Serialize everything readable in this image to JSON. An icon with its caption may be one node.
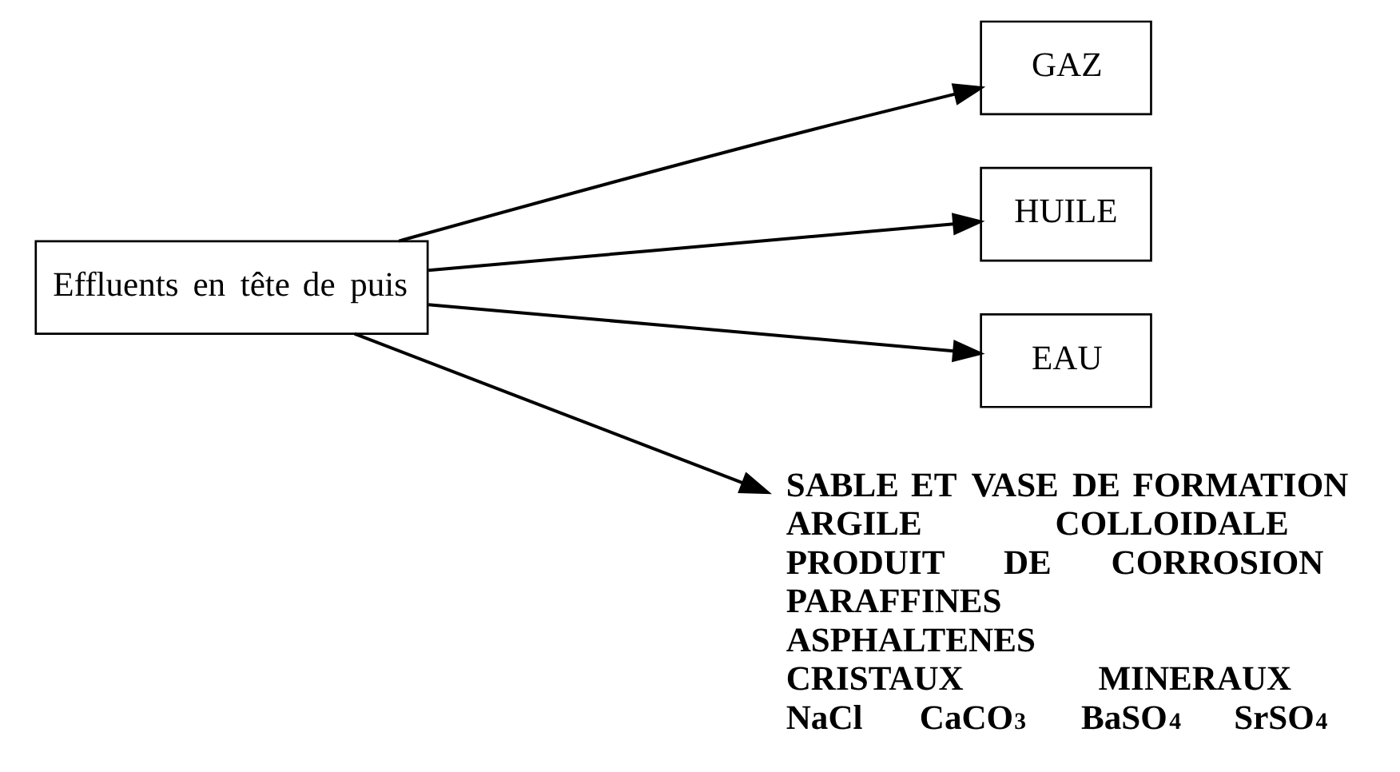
{
  "diagram": {
    "nodes": [
      {
        "text": [
          "Effluents en tête de puis"
        ]
      },
      {
        "text": [
          "GAZ"
        ]
      },
      {
        "text": [
          "HUILE"
        ]
      },
      {
        "text": [
          "EAU"
        ]
      },
      {
        "text": [
          "SABLE ET VASE DE FORMATION",
          "ARGILE COLLOIDALE",
          "PRODUIT DE CORROSION",
          "PARAFFINES",
          "ASPHALTENES",
          "CRISTAUX MINERAUX",
          "NaCl CaCO$_{3}$ BaSO$_{4}$ SrSO$_{4}$"
        ]
      }
    ],
    "edges": [
      {
        "from": 0,
        "to": 1,
        "arrow": "to"
      },
      {
        "from": 0,
        "to": 2,
        "arrow": "to"
      },
      {
        "from": 0,
        "to": 3,
        "arrow": "to"
      },
      {
        "from": 0,
        "to": 4,
        "arrow": "to"
      }
    ]
  }
}
